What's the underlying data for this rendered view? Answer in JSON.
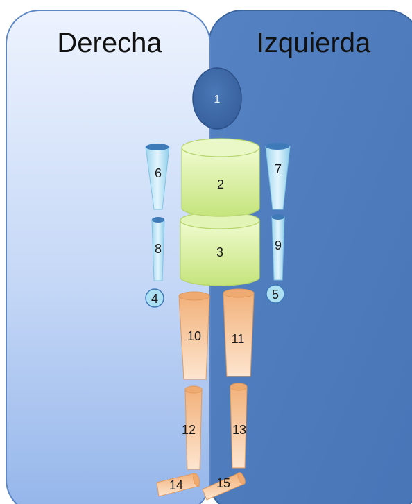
{
  "panels": {
    "right_title": "Derecha",
    "left_title": "Izquierda"
  },
  "segments": {
    "s1": "1",
    "s2": "2",
    "s3": "3",
    "s4": "4",
    "s5": "5",
    "s6": "6",
    "s7": "7",
    "s8": "8",
    "s9": "9",
    "s10": "10",
    "s11": "11",
    "s12": "12",
    "s13": "13",
    "s14": "14",
    "s15": "15"
  },
  "colors": {
    "right_panel_top": "#e9f0fd",
    "right_panel_bottom": "#99b9ec",
    "left_panel": "#4f7cbd",
    "head": "#3f6aa7",
    "trunk": "#d6ef9a",
    "arm": "#aee0f4",
    "leg": "#f5be8a"
  }
}
